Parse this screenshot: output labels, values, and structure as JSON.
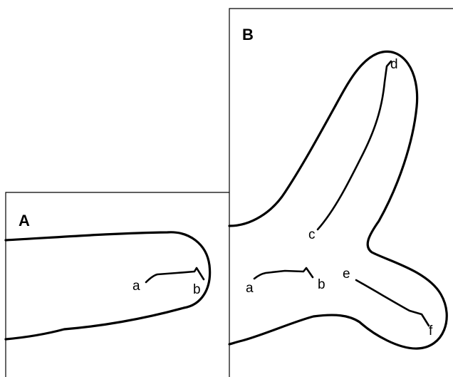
{
  "panels": {
    "a": {
      "label": "A",
      "points": {
        "a": "a",
        "b": "b"
      }
    },
    "b": {
      "label": "B",
      "points": {
        "a": "a",
        "b": "b",
        "c": "c",
        "d": "d",
        "e": "e",
        "f": "f"
      }
    }
  }
}
